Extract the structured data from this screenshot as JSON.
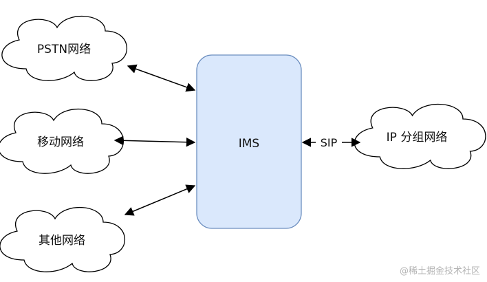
{
  "nodes": {
    "pstn": "PSTN网络",
    "mobile": "移动网络",
    "other": "其他网络",
    "ims": "IMS",
    "ip": "IP 分组网络"
  },
  "edges": {
    "sip_label": "SIP"
  },
  "watermark": "@稀土掘金技术社区",
  "colors": {
    "ims_fill": "#dae8fc",
    "ims_stroke": "#6c8ebf",
    "cloud_stroke": "#000000",
    "watermark": "#b3b3b3"
  }
}
